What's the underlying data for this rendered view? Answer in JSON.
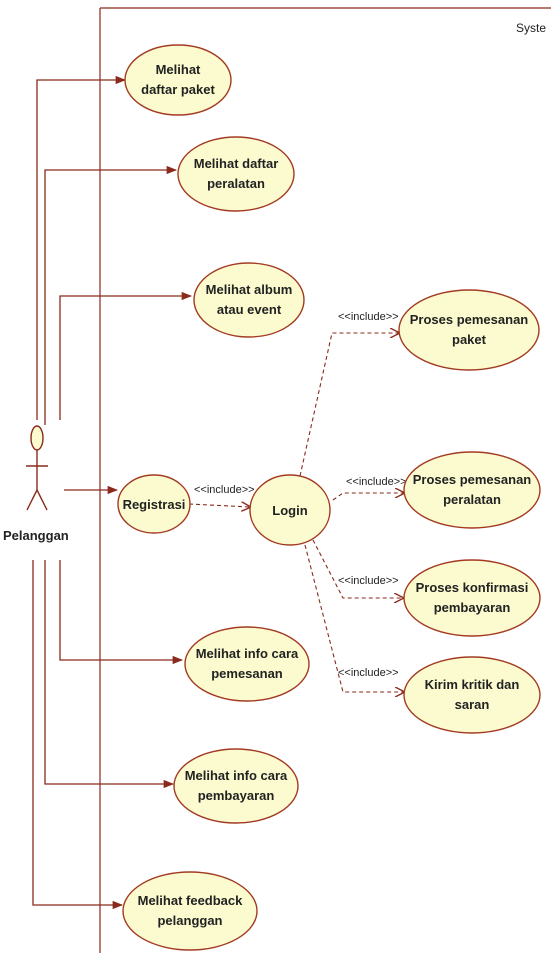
{
  "system": {
    "name": "Syste"
  },
  "actor": {
    "name": "Pelanggan"
  },
  "colors": {
    "line": "#8a2a1c",
    "usecase_fill": "#fbfbcf",
    "usecase_stroke": "#a33a22"
  },
  "include_label": "<<include>>",
  "use_cases": {
    "uc1": [
      "Melihat",
      "daftar paket"
    ],
    "uc2": [
      "Melihat daftar",
      "peralatan"
    ],
    "uc3": [
      "Melihat album",
      "atau event"
    ],
    "registrasi": [
      "Registrasi"
    ],
    "login": [
      "Login"
    ],
    "uc4": [
      "Melihat info cara",
      "pemesanan"
    ],
    "uc5": [
      "Melihat info cara",
      "pembayaran"
    ],
    "uc6": [
      "Melihat feedback",
      "pelanggan"
    ],
    "inc1": [
      "Proses pemesanan",
      "paket"
    ],
    "inc2": [
      "Proses pemesanan",
      "peralatan"
    ],
    "inc3": [
      "Proses konfirmasi",
      "pembayaran"
    ],
    "inc4": [
      "Kirim kritik dan",
      "saran"
    ]
  }
}
